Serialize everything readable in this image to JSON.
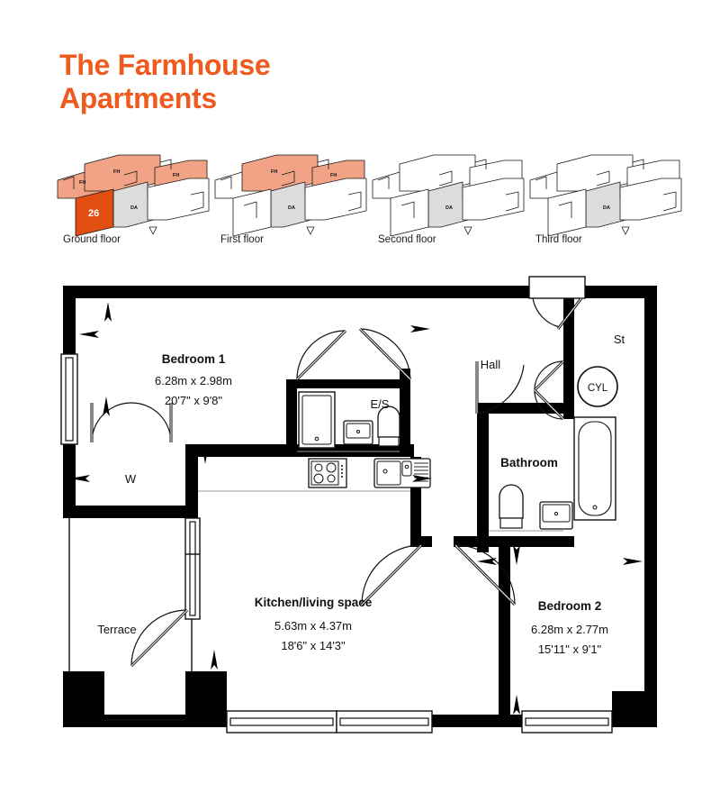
{
  "header": {
    "title_line1": "The Farmhouse",
    "title_line2": "Apartments",
    "brand_color": "#ef5a1e"
  },
  "floor_key": {
    "colors": {
      "highlight_unit": "#e04e12",
      "other_units": "#f2a385",
      "common_area": "#dcdcdc",
      "outline": "#1a1a1a"
    },
    "unit_number": "26",
    "tag_fh": "FH",
    "tag_da": "DA",
    "floors": [
      {
        "label": "Ground floor",
        "active": true,
        "tags": [
          "FH",
          "FH",
          "FH",
          "DA"
        ],
        "unit_number": "26"
      },
      {
        "label": "First floor",
        "active": false,
        "tags": [
          "FH",
          "FH",
          "DA"
        ],
        "unit_number": ""
      },
      {
        "label": "Second floor",
        "active": false,
        "tags": [
          "DA"
        ],
        "unit_number": ""
      },
      {
        "label": "Third floor",
        "active": false,
        "tags": [
          "DA"
        ],
        "unit_number": ""
      }
    ]
  },
  "plan": {
    "rooms": [
      {
        "id": "bedroom-1",
        "name": "Bedroom 1",
        "dim_metric": "6.28m x 2.98m",
        "dim_imperial": "20'7\" x 9'8\""
      },
      {
        "id": "kitchen-living",
        "name": "Kitchen/living space",
        "dim_metric": "5.63m x 4.37m",
        "dim_imperial": "18'6\" x 14'3\""
      },
      {
        "id": "bedroom-2",
        "name": "Bedroom 2",
        "dim_metric": "6.28m x 2.77m",
        "dim_imperial": "15'11\" x 9'1\""
      },
      {
        "id": "bathroom",
        "name": "Bathroom",
        "dim_metric": "",
        "dim_imperial": ""
      },
      {
        "id": "hall",
        "name": "Hall",
        "dim_metric": "",
        "dim_imperial": ""
      },
      {
        "id": "terrace",
        "name": "Terrace",
        "dim_metric": "",
        "dim_imperial": ""
      },
      {
        "id": "ensuite",
        "name": "E/S",
        "dim_metric": "",
        "dim_imperial": ""
      },
      {
        "id": "store",
        "name": "St",
        "dim_metric": "",
        "dim_imperial": ""
      },
      {
        "id": "cylinder",
        "name": "CYL",
        "dim_metric": "",
        "dim_imperial": ""
      },
      {
        "id": "wardrobe",
        "name": "W",
        "dim_metric": "",
        "dim_imperial": ""
      }
    ],
    "fixtures": [
      "hob",
      "sink",
      "bath",
      "wc",
      "basin",
      "shower",
      "wc-ensuite",
      "basin-ensuite",
      "cylinder"
    ],
    "wall_color": "#000000",
    "window_color": "#ffffff"
  }
}
